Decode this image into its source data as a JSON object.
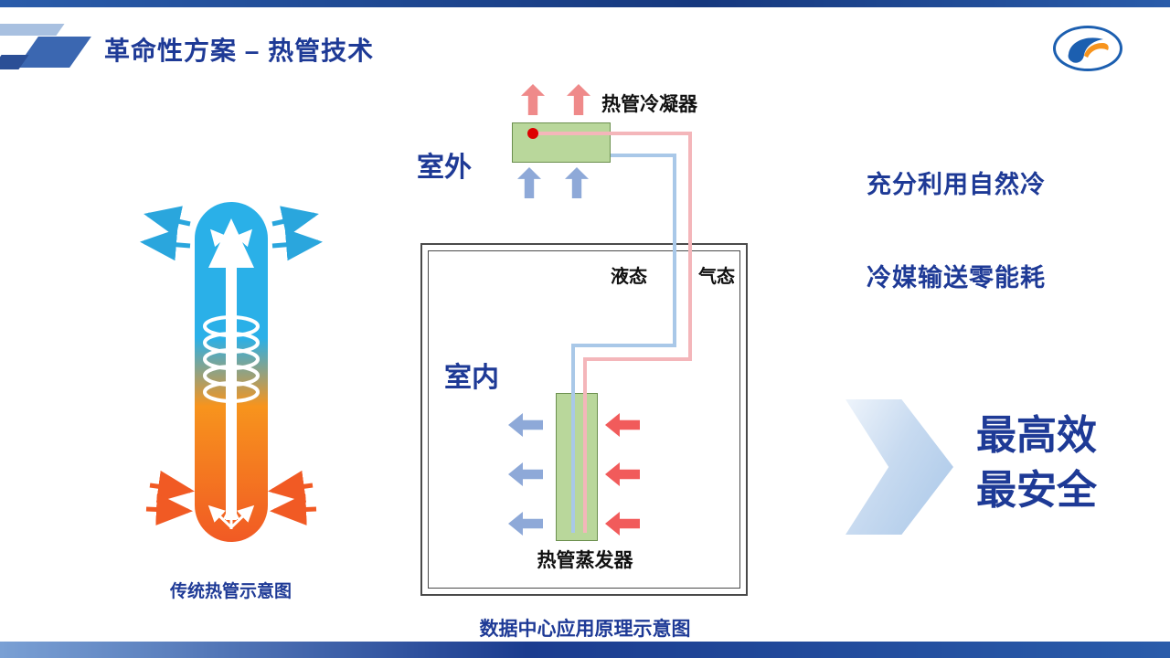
{
  "header": {
    "title": "革命性方案 – 热管技术"
  },
  "left_diagram": {
    "caption": "传统热管示意图"
  },
  "center_diagram": {
    "condenser_label": "热管冷凝器",
    "outdoor_label": "室外",
    "indoor_label": "室内",
    "liquid_label": "液态",
    "gas_label": "气态",
    "evaporator_label": "热管蒸发器",
    "caption": "数据中心应用原理示意图"
  },
  "right_panel": {
    "points": [
      "充分利用自然冷",
      "冷媒输送零能耗"
    ],
    "highlights": [
      "最高效",
      "最安全"
    ]
  },
  "colors": {
    "title_blue": "#1e3a96",
    "condenser_green": "#b9d79b",
    "pipe_pink": "#f4b6ba",
    "pipe_blue": "#a9c8e8",
    "hot_arrow_pink": "#ef8a8a",
    "warm_arrow_red": "#f15b5b",
    "cool_arrow_blue": "#8ea9d8",
    "heatpipe_blue": "#2ab0e8",
    "heatpipe_orange": "#f15a24"
  }
}
